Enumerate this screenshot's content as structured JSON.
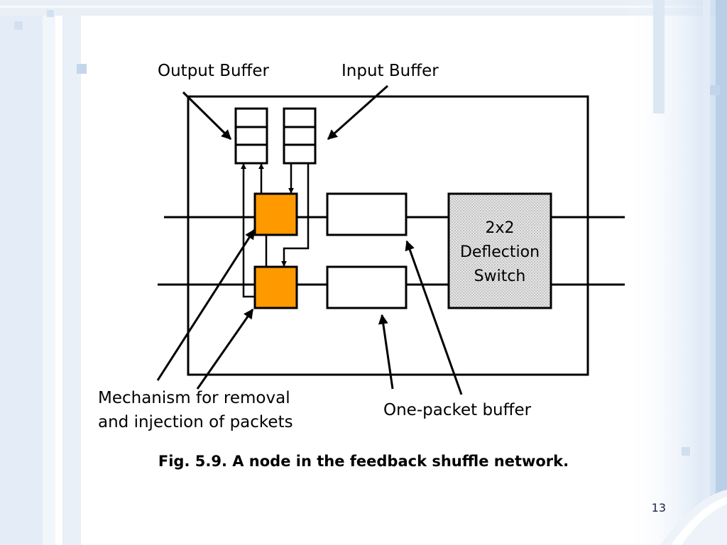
{
  "slide": {
    "caption": "Fig. 5.9. A node in the feedback shuffle network.",
    "page_number": "13",
    "colors": {
      "processing_box": "#ff9900",
      "switch_fill": "#d9d9d9",
      "background_accent": "#d6e4f3"
    }
  },
  "diagram": {
    "labels": {
      "output_buffer": "Output Buffer",
      "input_buffer": "Input Buffer",
      "mechanism_line1": "Mechanism for removal",
      "mechanism_line2": "and injection of packets",
      "one_packet_buffer": "One-packet buffer",
      "switch_line1": "2x2",
      "switch_line2": "Deflection",
      "switch_line3": "Switch"
    }
  }
}
